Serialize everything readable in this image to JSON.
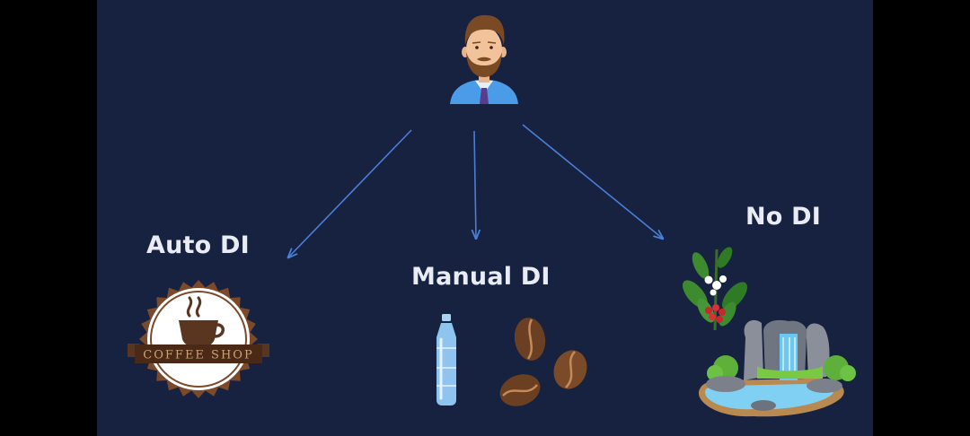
{
  "diagram": {
    "options": [
      {
        "id": "auto",
        "label": "Auto DI",
        "illustration": "coffee-shop-badge"
      },
      {
        "id": "manual",
        "label": "Manual DI",
        "illustration": "water-bottle-and-coffee-beans"
      },
      {
        "id": "none",
        "label": "No DI",
        "illustration": "coffee-plant-and-waterfall"
      }
    ],
    "badge_text": "COFFEE SHOP",
    "colors": {
      "background": "#172140",
      "arrow": "#4a7fd6",
      "label": "#e9ecf4"
    }
  }
}
